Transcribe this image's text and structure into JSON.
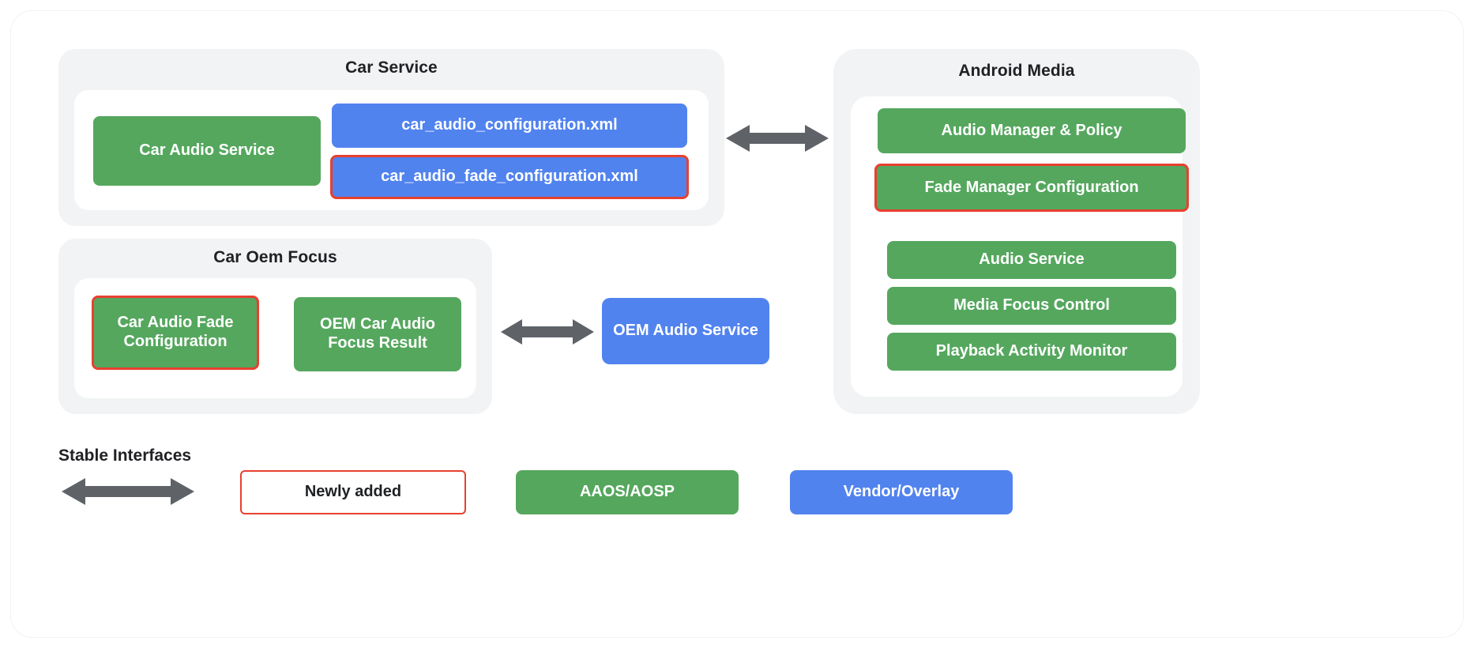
{
  "diagram": {
    "groups": [
      {
        "id": "car-service",
        "title": "Car Service",
        "nodes": [
          {
            "id": "car-audio-service",
            "label": "Car Audio Service",
            "kind": "green"
          },
          {
            "id": "car-audio-configuration-xml",
            "label": "car_audio_configuration.xml",
            "kind": "blue"
          },
          {
            "id": "car-audio-fade-configuration-xml",
            "label": "car_audio_fade_configuration.xml",
            "kind": "blue",
            "newly_added": true
          }
        ]
      },
      {
        "id": "car-oem-focus",
        "title": "Car Oem Focus",
        "nodes": [
          {
            "id": "car-audio-fade-configuration",
            "label": "Car Audio Fade Configuration",
            "kind": "green",
            "newly_added": true
          },
          {
            "id": "oem-car-audio-focus-result",
            "label": "OEM Car Audio Focus Result",
            "kind": "green"
          }
        ]
      },
      {
        "id": "android-media",
        "title": "Android Media",
        "nodes": [
          {
            "id": "audio-manager-policy",
            "label": "Audio Manager & Policy",
            "kind": "green"
          },
          {
            "id": "fade-manager-configuration",
            "label": "Fade Manager Configuration",
            "kind": "green",
            "newly_added": true
          },
          {
            "id": "audio-service",
            "label": "Audio Service",
            "kind": "green"
          },
          {
            "id": "media-focus-control",
            "label": "Media Focus Control",
            "kind": "green"
          },
          {
            "id": "playback-activity-monitor",
            "label": "Playback Activity Monitor",
            "kind": "green"
          }
        ]
      }
    ],
    "standalone_nodes": [
      {
        "id": "oem-audio-service",
        "label": "OEM Audio Service",
        "kind": "blue"
      }
    ],
    "connectors": [
      {
        "id": "car-service-to-android-media",
        "type": "double-headed-arrow"
      },
      {
        "id": "car-oem-focus-to-oem-audio-service",
        "type": "double-headed-arrow"
      }
    ]
  },
  "legend": {
    "title": "Stable Interfaces",
    "arrow_name": "double-headed-arrow",
    "items": [
      {
        "id": "newly-added",
        "label": "Newly added",
        "kind": "outline"
      },
      {
        "id": "aaos-aosp",
        "label": "AAOS/AOSP",
        "kind": "green"
      },
      {
        "id": "vendor-overlay",
        "label": "Vendor/Overlay",
        "kind": "blue"
      }
    ]
  },
  "colors": {
    "green": "#55a75e",
    "blue": "#5183ef",
    "newly_added_border": "#e8402f",
    "arrow": "#5f6368",
    "panel_bg": "#f1f3f4",
    "inner_bg": "#ffffff",
    "text_dark": "#202124"
  }
}
